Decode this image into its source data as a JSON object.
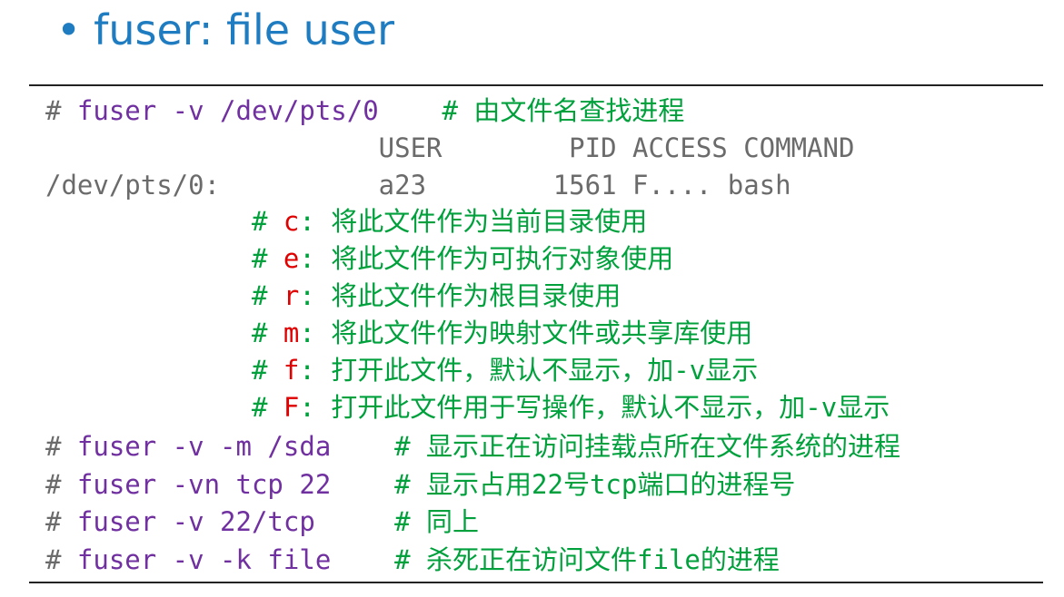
{
  "title": {
    "bullet": "•",
    "text": "fuser: file user"
  },
  "colors": {
    "title": "#1f7cc0",
    "prompt": "#6b6b6b",
    "command": "#7030a0",
    "comment": "#00a03c",
    "flag": "#e00000"
  },
  "lines": [
    {
      "segments": [
        {
          "text": "# ",
          "style": "g"
        },
        {
          "text": "fuser -v /dev/pts/0",
          "style": "p"
        },
        {
          "text": "    # 由文件名查找进程",
          "style": "gr"
        }
      ]
    },
    {
      "segments": [
        {
          "text": "                     USER        PID ACCESS COMMAND",
          "style": "g"
        }
      ]
    },
    {
      "segments": [
        {
          "text": "/dev/pts/0:          a23        1561 F.... bash",
          "style": "g"
        }
      ]
    },
    {
      "segments": [
        {
          "text": "             # ",
          "style": "gr"
        },
        {
          "text": "c",
          "style": "r"
        },
        {
          "text": ": 将此文件作为当前目录使用",
          "style": "gr"
        }
      ]
    },
    {
      "segments": [
        {
          "text": "             # ",
          "style": "gr"
        },
        {
          "text": "e",
          "style": "r"
        },
        {
          "text": ": 将此文件作为可执行对象使用",
          "style": "gr"
        }
      ]
    },
    {
      "segments": [
        {
          "text": "             # ",
          "style": "gr"
        },
        {
          "text": "r",
          "style": "r"
        },
        {
          "text": ": 将此文件作为根目录使用",
          "style": "gr"
        }
      ]
    },
    {
      "segments": [
        {
          "text": "             # ",
          "style": "gr"
        },
        {
          "text": "m",
          "style": "r"
        },
        {
          "text": ": 将此文件作为映射文件或共享库使用",
          "style": "gr"
        }
      ]
    },
    {
      "segments": [
        {
          "text": "             # ",
          "style": "gr"
        },
        {
          "text": "f",
          "style": "r"
        },
        {
          "text": ": 打开此文件，默认不显示，加-v显示",
          "style": "gr"
        }
      ]
    },
    {
      "segments": [
        {
          "text": "             # ",
          "style": "gr"
        },
        {
          "text": "F",
          "style": "r"
        },
        {
          "text": ": 打开此文件用于写操作，默认不显示，加-v显示",
          "style": "gr"
        }
      ]
    },
    {
      "segments": [
        {
          "text": "# ",
          "style": "g"
        },
        {
          "text": "fuser -v -m /sda",
          "style": "p"
        },
        {
          "text": "    # 显示正在访问挂载点所在文件系统的进程",
          "style": "gr"
        }
      ]
    },
    {
      "segments": [
        {
          "text": "# ",
          "style": "g"
        },
        {
          "text": "fuser -vn tcp 22",
          "style": "p"
        },
        {
          "text": "    # 显示占用22号tcp端口的进程号",
          "style": "gr"
        }
      ]
    },
    {
      "segments": [
        {
          "text": "# ",
          "style": "g"
        },
        {
          "text": "fuser -v 22/tcp",
          "style": "p"
        },
        {
          "text": "     # 同上",
          "style": "gr"
        }
      ]
    },
    {
      "segments": [
        {
          "text": "# ",
          "style": "g"
        },
        {
          "text": "fuser -v -k file",
          "style": "p"
        },
        {
          "text": "    # 杀死正在访问文件file的进程",
          "style": "gr"
        }
      ]
    }
  ]
}
